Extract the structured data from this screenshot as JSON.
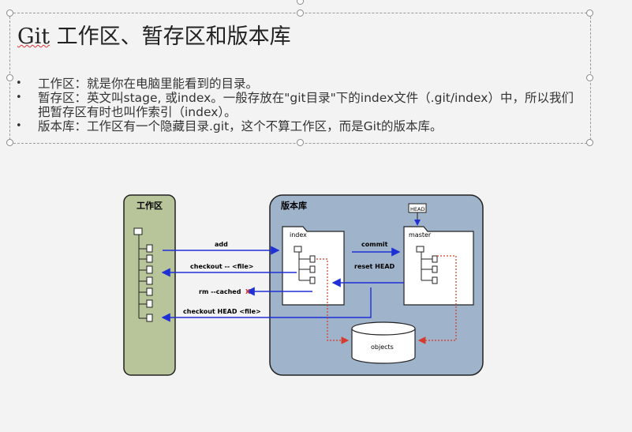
{
  "slide": {
    "title_prefix": "Git",
    "title_rest": " 工作区、暂存区和版本库",
    "bullets": [
      {
        "text": "工作区：就是你在电脑里能看到的目录。"
      },
      {
        "text": "暂存区：英文叫stage, 或index。一般存放在\"git目录\"下的index文件（.git/index）中，所以我们把暂存区有时也叫作索引（index）。"
      },
      {
        "text": "版本库：工作区有一个隐藏目录.git，这个不算工作区，而是Git的版本库。"
      }
    ]
  },
  "diagram": {
    "workspace_label": "工作区",
    "repo_label": "版本库",
    "index_label": "index",
    "master_label": "master",
    "head_label": "HEAD",
    "objects_label": "objects",
    "arrows": {
      "add": "add",
      "checkout_file": "checkout -- <file>",
      "rm_cached": "rm --cached",
      "rm_mark": "X",
      "checkout_head": "checkout HEAD <file>",
      "commit": "commit",
      "reset_head": "reset HEAD"
    },
    "colors": {
      "workspace_fill": "#b8c59a",
      "repo_fill": "#9fb3cb",
      "blue_arrow": "#1f2fd6",
      "red_arrow": "#d63a2a"
    }
  }
}
